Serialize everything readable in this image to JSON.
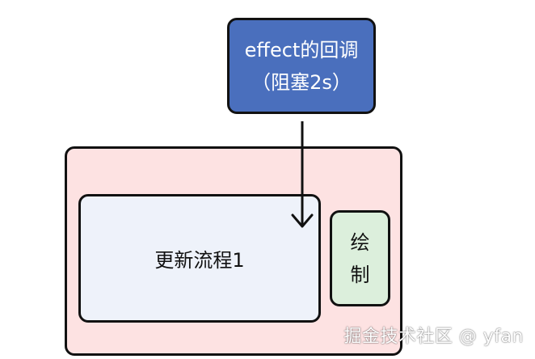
{
  "effect_callback": {
    "line1": "effect的回调",
    "line2": "（阻塞2s）"
  },
  "update_flow": {
    "label": "更新流程1"
  },
  "paint": {
    "char1": "绘",
    "char2": "制"
  },
  "watermark": {
    "text": "掘金技术社区 @ yfan"
  },
  "colors": {
    "effect_fill": "#4a6fbd",
    "frame_fill": "#fde2e2",
    "update_fill": "#eef2fa",
    "paint_fill": "#dcefdc",
    "stroke": "#111111"
  }
}
